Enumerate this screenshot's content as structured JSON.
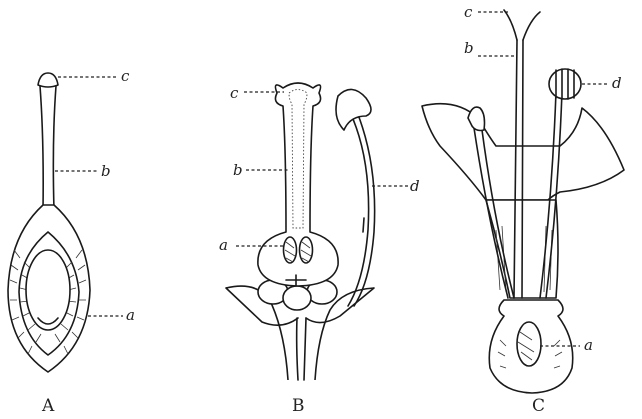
{
  "figure": {
    "panels": [
      {
        "caption": "A",
        "labels": {
          "a": "a",
          "b": "b",
          "c": "c"
        }
      },
      {
        "caption": "B",
        "labels": {
          "a": "a",
          "b": "b",
          "c": "c",
          "d": "d"
        }
      },
      {
        "caption": "C",
        "labels": {
          "a": "a",
          "b": "b",
          "c": "c",
          "d": "d"
        }
      }
    ]
  }
}
